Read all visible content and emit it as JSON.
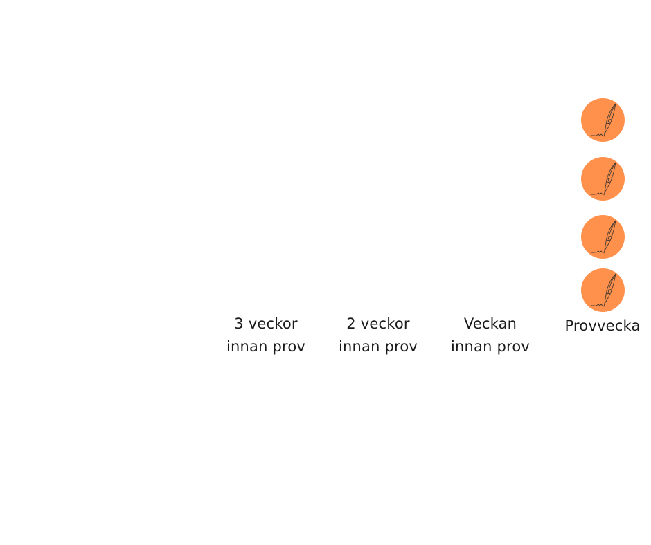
{
  "columns": [
    {
      "line1": "3 veckor",
      "line2": "innan prov"
    },
    {
      "line1": "2 veckor",
      "line2": "innan prov"
    },
    {
      "line1": "Veckan",
      "line2": "innan prov"
    },
    {
      "line1": "Provvecka"
    }
  ],
  "marker": {
    "icon": "quill-pen-icon",
    "color": "#ff914d",
    "count": 4
  }
}
